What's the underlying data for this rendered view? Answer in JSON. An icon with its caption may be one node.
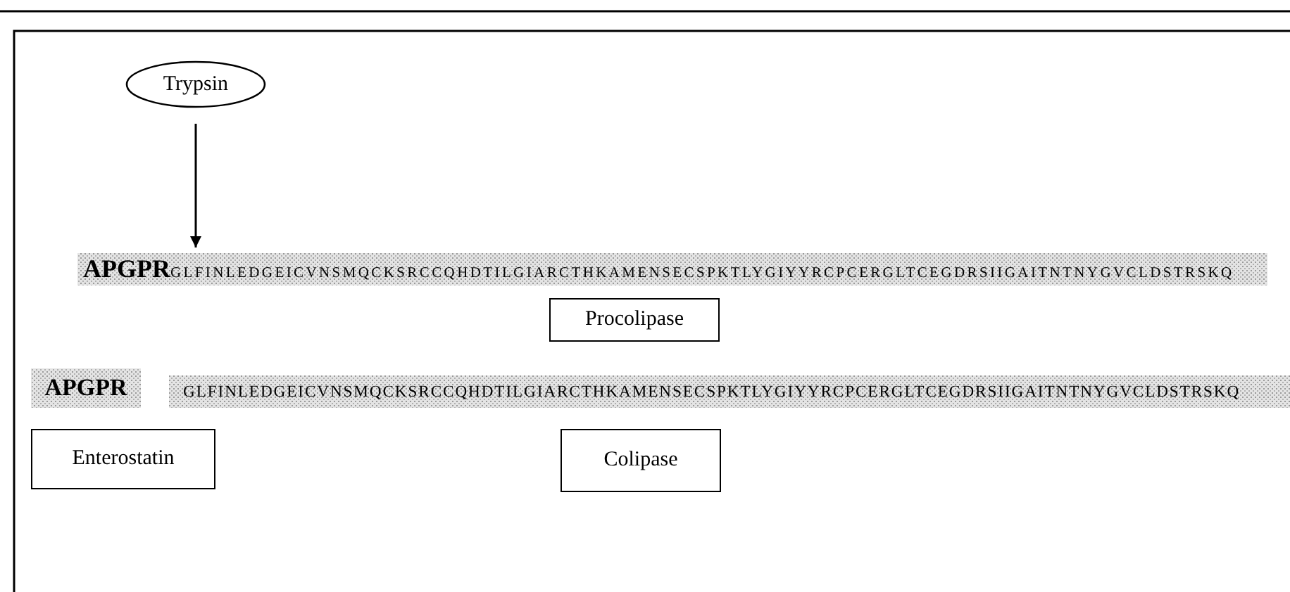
{
  "diagram": {
    "nodes": [
      {
        "text": [
          "Trypsin"
        ]
      },
      {
        "text": [
          "APGPR",
          "GLFINLEDGEICVNSMQCKSRCCQHDTILGIARCTHKAMENSECSPKTLYGIYYRCPCERGLTCEGDRSIIGAITNTNYGVCLDSTRSKQ"
        ]
      },
      {
        "text": [
          "Procolipase"
        ]
      },
      {
        "text": [
          "APGPR"
        ]
      },
      {
        "text": [
          "GLFINLEDGEICVNSMQCKSRCCQHDTILGIARCTHKAMENSECSPKTLYGIYYRCPCERGLTCEGDRSIIGAITNTNYGVCLDSTRSKQ"
        ]
      },
      {
        "text": [
          "Enterostatin"
        ]
      },
      {
        "text": [
          "Colipase"
        ]
      }
    ],
    "edges": [
      {
        "from": 0,
        "to": 1,
        "arrow": "to"
      }
    ]
  }
}
